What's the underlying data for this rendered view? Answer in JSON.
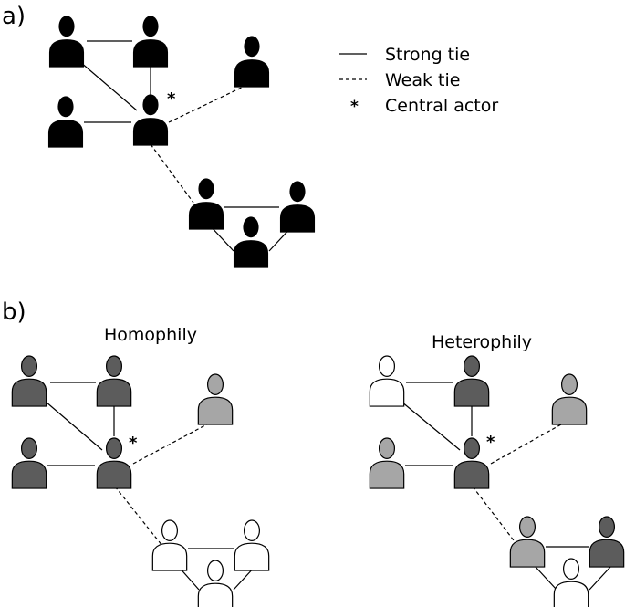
{
  "panel_a": {
    "label": "a)",
    "legend": {
      "strong": "Strong tie",
      "weak": "Weak tie",
      "central_marker": "*",
      "central": "Central actor"
    },
    "central_marker": "*",
    "colors": {
      "fill": "#000000"
    }
  },
  "panel_b": {
    "label": "b)",
    "homophily": {
      "title": "Homophily",
      "central_marker": "*",
      "colors": {
        "top_left": "#5c5c5c",
        "top_mid": "#5c5c5c",
        "top_right": "#a6a6a6",
        "mid_left": "#5c5c5c",
        "center": "#5c5c5c",
        "cluster_left": "#ffffff",
        "cluster_right": "#ffffff",
        "cluster_bottom": "#ffffff"
      }
    },
    "heterophily": {
      "title": "Heterophily",
      "central_marker": "*",
      "colors": {
        "top_left": "#ffffff",
        "top_mid": "#5c5c5c",
        "top_right": "#a6a6a6",
        "mid_left": "#a6a6a6",
        "center": "#5c5c5c",
        "cluster_left": "#a6a6a6",
        "cluster_right": "#5c5c5c",
        "cluster_bottom": "#ffffff"
      }
    }
  }
}
